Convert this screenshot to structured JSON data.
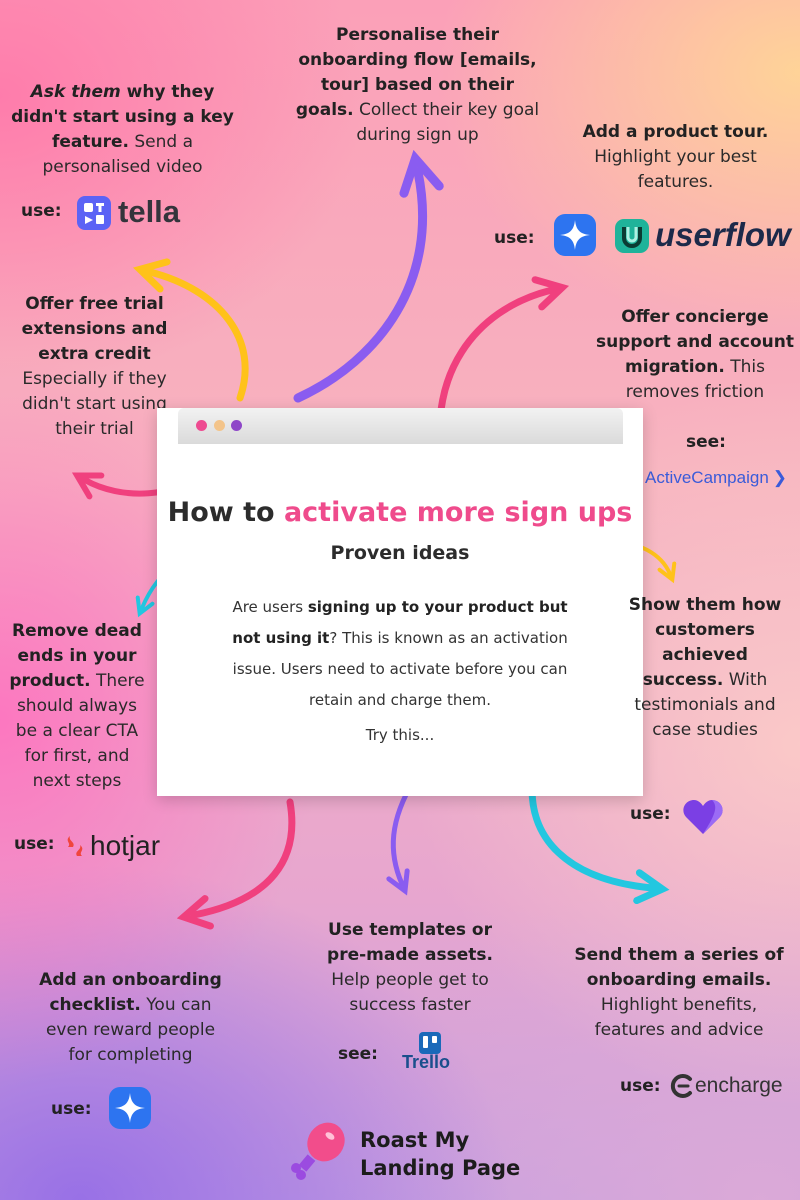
{
  "header": {
    "headline_prefix": "How to",
    "headline_accent": "activate more sign ups",
    "subhead": "Proven ideas",
    "para_1": "Are users ",
    "para_bold_1": "signing up to your product but not using it",
    "para_2": "? This is known as an activation issue. Users need to activate before you can retain and charge them.",
    "try_this": "Try this..."
  },
  "tips": {
    "ask": {
      "em": "Ask them",
      "bold": "why they didn't start using a key feature.",
      "text": "Send a personalised video",
      "use_label": "use:",
      "logo": "tella",
      "logo_icon": "tella-logo-icon"
    },
    "personalise": {
      "bold": "Personalise their onboarding flow [emails, tour] based on their goals.",
      "text": "Collect their key goal during sign up"
    },
    "tour": {
      "bold": "Add a product tour.",
      "text": "Highlight your best features.",
      "use_label": "use:",
      "logo": "userflow",
      "logo_icons": [
        "blue-star-logo-icon",
        "userflow-logo-icon"
      ]
    },
    "trial": {
      "bold": "Offer free trial extensions and extra credit",
      "text": "Especially if they didn't start using their trial"
    },
    "concierge": {
      "bold": "Offer concierge support and account migration.",
      "text": "This removes friction",
      "see_label": "see:",
      "logo": "ActiveCampaign"
    },
    "deadends": {
      "bold": "Remove dead ends in your product.",
      "text": "There should always be a clear CTA for first, and next steps",
      "use_label": "use:",
      "logo": "hotjar",
      "logo_icon": "hotjar-logo-icon"
    },
    "customers": {
      "bold": "Show them how customers achieved success.",
      "text": "With testimonials and case studies",
      "use_label": "use:",
      "logo_icon": "purple-heart-logo-icon"
    },
    "templates": {
      "bold": "Use templates or pre-made assets.",
      "text": "Help people get to success faster",
      "see_label": "see:",
      "logo": "Trello",
      "logo_icon": "trello-logo-icon"
    },
    "checklist": {
      "bold": "Add an onboarding checklist.",
      "text": "You can even reward people for completing",
      "use_label": "use:",
      "logo_icon": "blue-star-logo-icon"
    },
    "emails": {
      "bold": "Send them a series of onboarding emails.",
      "text": "Highlight benefits, features and advice",
      "use_label": "use:",
      "logo": "encharge",
      "logo_icon": "encharge-logo-icon"
    }
  },
  "footer": {
    "brand_line1": "Roast My",
    "brand_line2": "Landing Page",
    "brand_icon": "drumstick-logo-icon"
  },
  "colors": {
    "accent_pink": "#ef4b8c",
    "arrow_purple": "#8a5cf0",
    "arrow_yellow": "#ffc21a",
    "arrow_cyan": "#22c7e0",
    "arrow_pink": "#f0407e"
  }
}
